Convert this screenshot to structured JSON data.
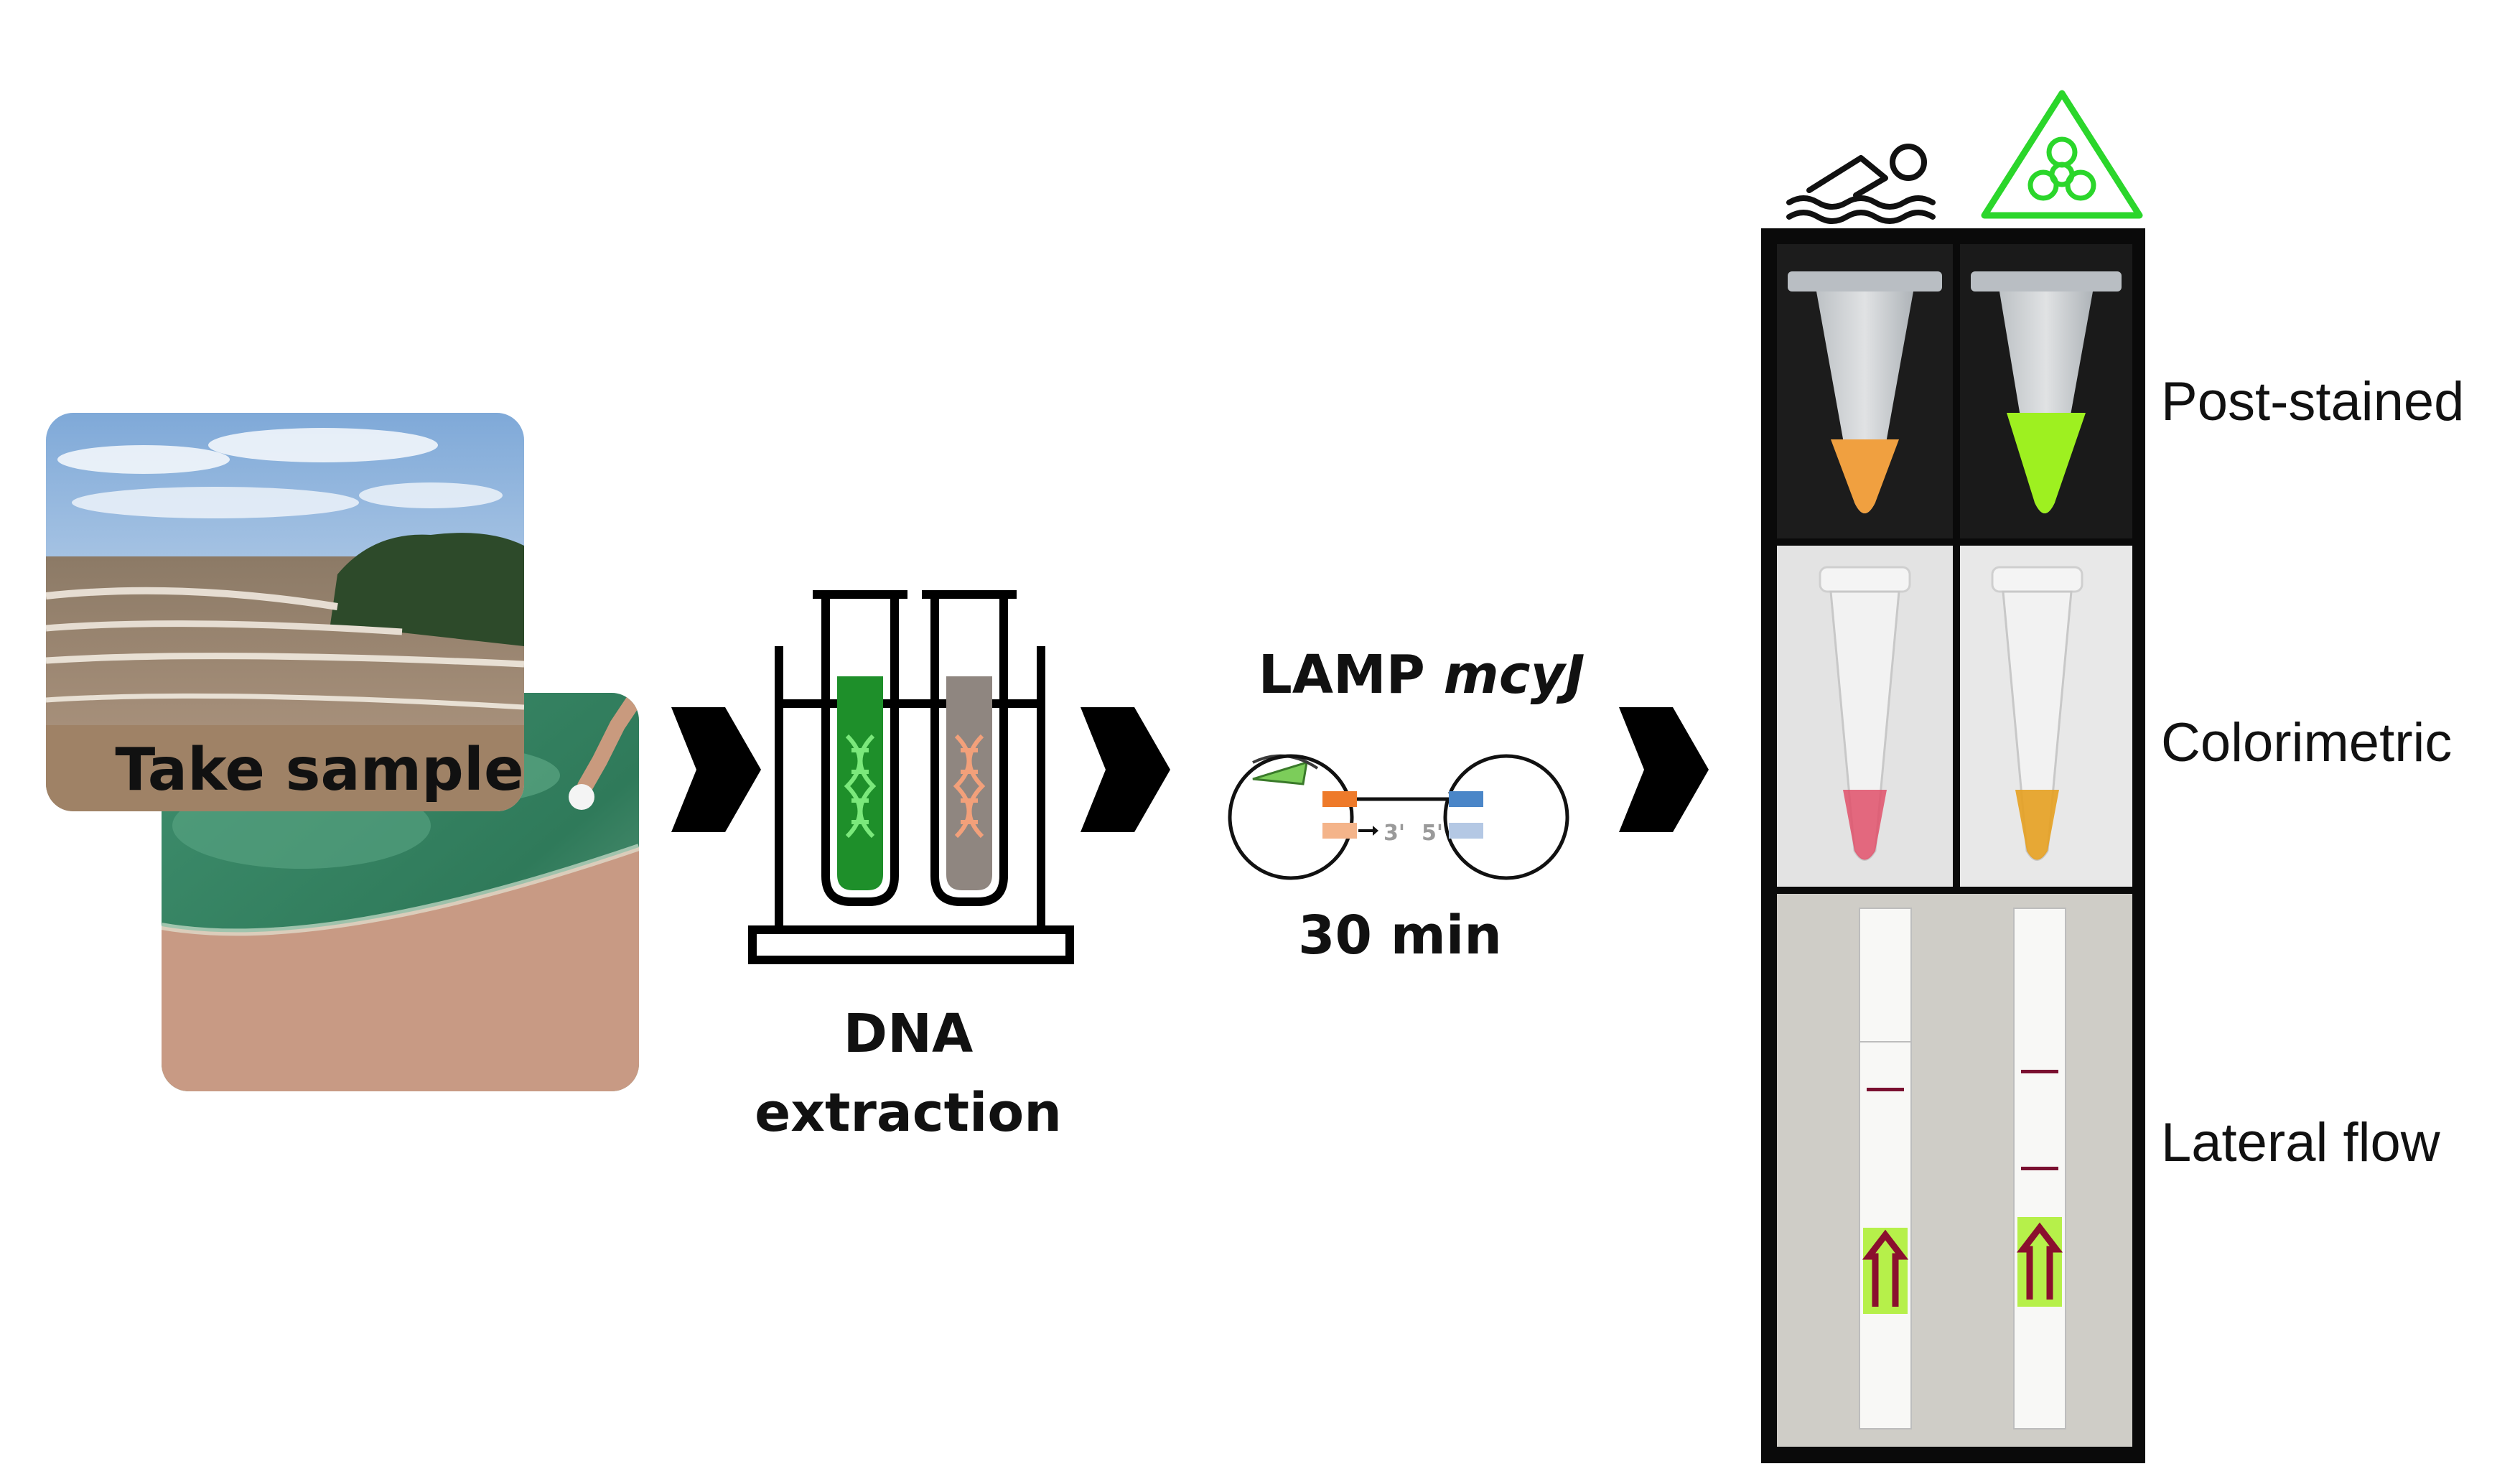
{
  "sample": {
    "label": "Take sample"
  },
  "extraction": {
    "line1": "DNA",
    "line2": "extraction"
  },
  "lamp": {
    "title_prefix": "LAMP ",
    "title_gene": "mcyJ",
    "prime3": "3'",
    "prime5": "5'",
    "duration": "30 min"
  },
  "results": {
    "rows": [
      {
        "label": "Post-stained"
      },
      {
        "label": "Colorimetric"
      },
      {
        "label": "Lateral flow"
      }
    ],
    "columns": [
      {
        "icon": "swimmer-icon"
      },
      {
        "icon": "biohazard-icon"
      }
    ],
    "colors": {
      "safe_stain": "#f0a040",
      "hazard_stain": "#9ef020",
      "safe_colorimetric": "#e0506a",
      "hazard_colorimetric": "#e6a020",
      "biohazard_green": "#2bd62b",
      "test_line": "#7a1030"
    }
  }
}
